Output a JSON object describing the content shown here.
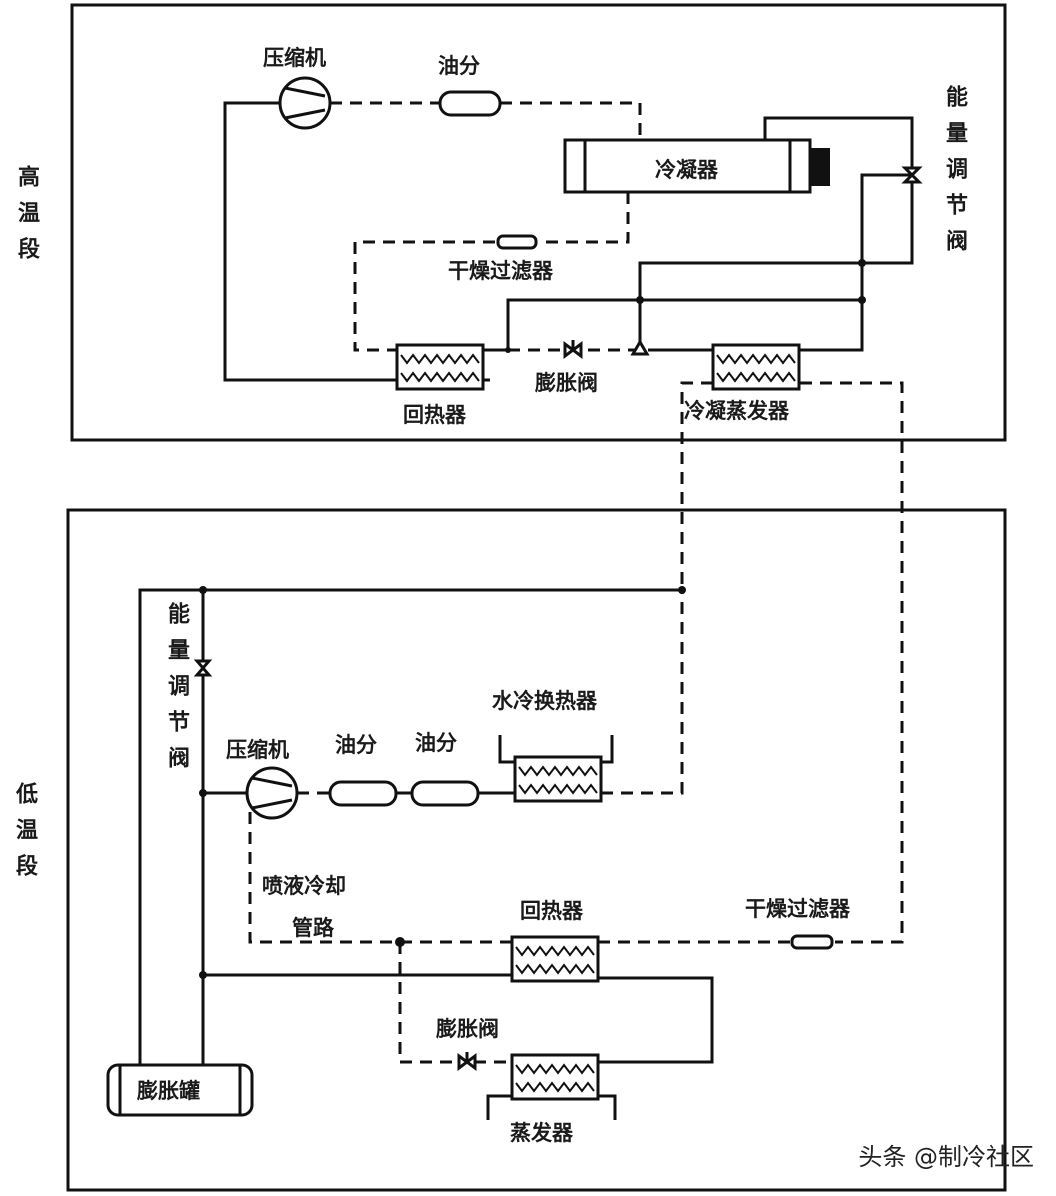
{
  "high_stage": {
    "section_label": "高温段",
    "compressor": "压缩机",
    "oil_separator": "油分",
    "condenser": "冷凝器",
    "capacity_valve": "能量调节阀",
    "filter_drier": "干燥过滤器",
    "expansion_valve": "膨胀阀",
    "regenerator": "回热器",
    "cascade_condenser": "冷凝蒸发器"
  },
  "low_stage": {
    "section_label": "低温段",
    "capacity_valve": "能量调节阀",
    "compressor": "压缩机",
    "oil_separator_1": "油分",
    "oil_separator_2": "油分",
    "water_cooled_exchanger": "水冷换热器",
    "spray_cooling_line_1": "喷液冷却",
    "spray_cooling_line_2": "管路",
    "regenerator": "回热器",
    "filter_drier": "干燥过滤器",
    "expansion_valve": "膨胀阀",
    "expansion_tank": "膨胀罐",
    "evaporator": "蒸发器"
  },
  "watermark": "头条 @制冷社区"
}
